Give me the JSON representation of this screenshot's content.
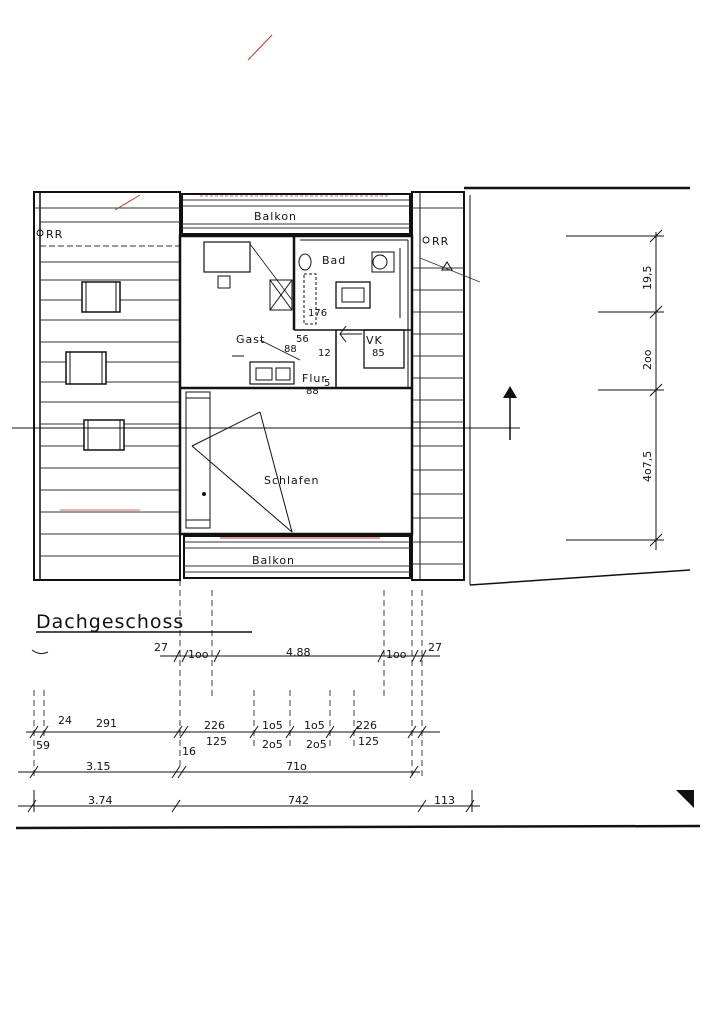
{
  "title": "Dachgeschoss",
  "rooms": {
    "balkon_top": "Balkon",
    "balkon_bottom": "Balkon",
    "bad": "Bad",
    "gast": "Gast",
    "flur": "Flur",
    "schlafen": "Schlafen",
    "vk": "VK",
    "rr_left": "RR",
    "rr_right": "RR"
  },
  "inner_numbers": {
    "n176": "176",
    "n56": "56",
    "n88a": "88",
    "n85": "85",
    "n88b": "88",
    "n12": "12",
    "n5": "5"
  },
  "right_dims": {
    "d1": "19,5",
    "d2": "2oo",
    "d3": "4o7,5"
  },
  "top_dims": {
    "a": "27",
    "b": "1oo",
    "c": "4.88",
    "d": "1oo",
    "e": "27"
  },
  "row1": {
    "a": "24",
    "b": "291",
    "c": "226",
    "d": "1o5",
    "e": "1o5",
    "f": "226"
  },
  "row2": {
    "a": "59",
    "b": "16",
    "c": "125",
    "d": "2o5",
    "e": "2o5",
    "f": "125"
  },
  "row3": {
    "a": "3.15",
    "b": "71o"
  },
  "row4": {
    "a": "3.74",
    "b": "742",
    "c": "113"
  }
}
